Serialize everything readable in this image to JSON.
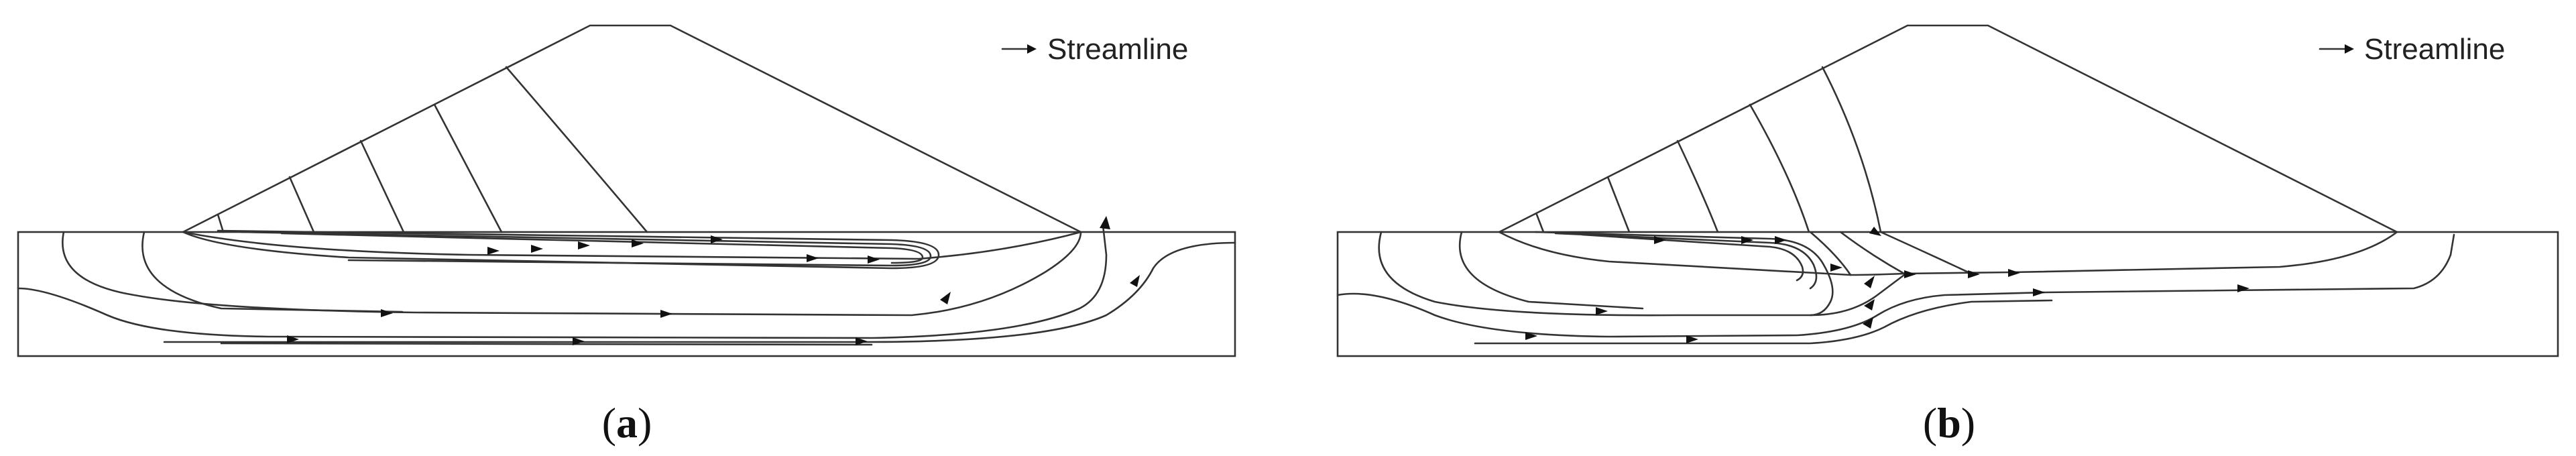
{
  "panels": [
    {
      "id": "a",
      "legend_label": "Streamline",
      "caption_open": "(",
      "caption_letter": "a",
      "caption_close": ")"
    },
    {
      "id": "b",
      "legend_label": "Streamline",
      "caption_open": "(",
      "caption_letter": "b",
      "caption_close": ")"
    }
  ],
  "colors": {
    "line": "#333333",
    "arrow": "#111111",
    "background": "#ffffff"
  }
}
